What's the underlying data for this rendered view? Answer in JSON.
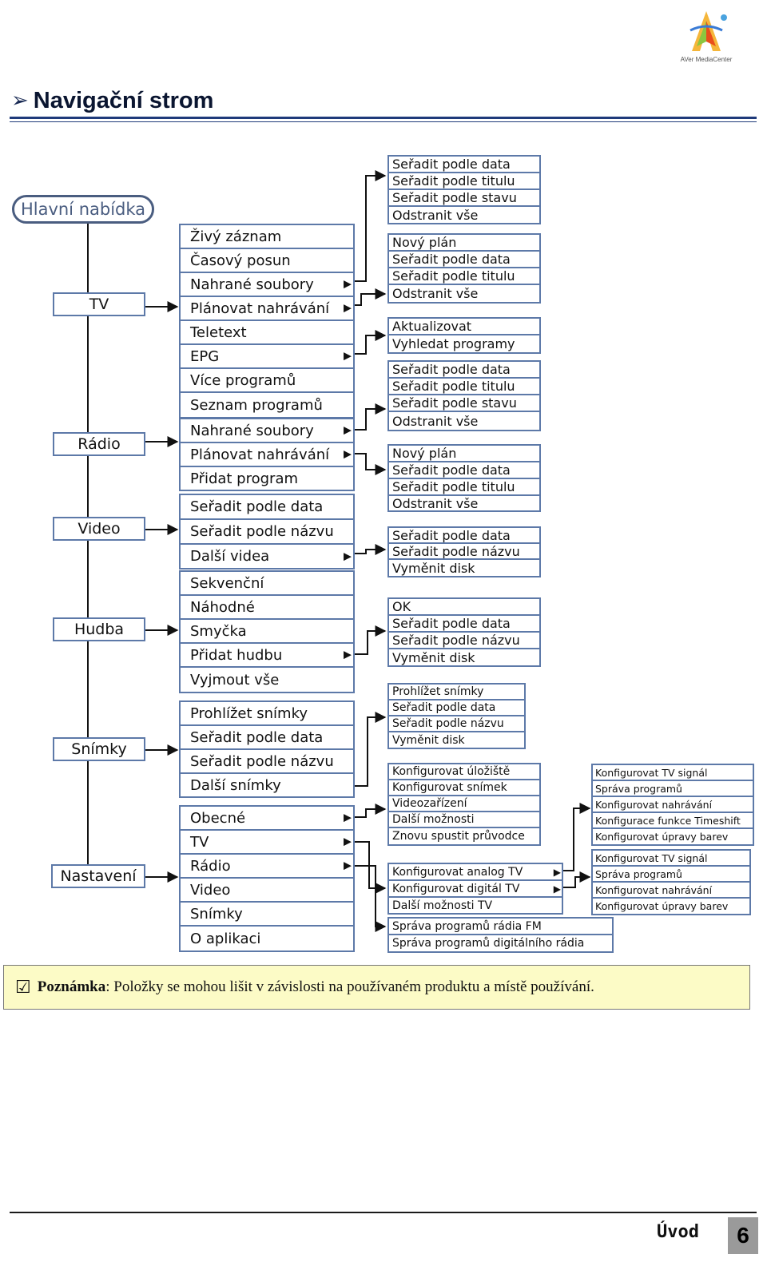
{
  "logo": {
    "icon": "aver-logo-icon",
    "text": "AVer MediaCenter"
  },
  "heading": {
    "bullet": "➢",
    "title": "Navigační strom"
  },
  "main_menu_label": "Hlavní nabídka",
  "categories": {
    "tv": "TV",
    "radio": "Rádio",
    "video": "Video",
    "music": "Hudba",
    "photos": "Snímky",
    "settings": "Nastavení"
  },
  "menus": {
    "tv": [
      "Živý záznam",
      "Časový posun",
      "Nahrané soubory",
      "Plánovat nahrávání",
      "Teletext",
      "EPG",
      "Více programů",
      "Seznam programů"
    ],
    "radio": [
      "Nahrané soubory",
      "Plánovat nahrávání",
      "Přidat program"
    ],
    "video": [
      "Seřadit podle data",
      "Seřadit podle názvu",
      "Další videa"
    ],
    "music": [
      "Sekvenční",
      "Náhodné",
      "Smyčka",
      "Přidat hudbu",
      "Vyjmout vše"
    ],
    "photos": [
      "Prohlížet snímky",
      "Seřadit podle data",
      "Seřadit podle názvu",
      "Další snímky"
    ],
    "settings": [
      "Obecné",
      "TV",
      "Rádio",
      "Video",
      "Snímky",
      "O aplikaci"
    ]
  },
  "submenus": {
    "tv_recorded": [
      "Seřadit podle data",
      "Seřadit podle titulu",
      "Seřadit podle stavu",
      "Odstranit vše"
    ],
    "tv_schedule": [
      "Nový plán",
      "Seřadit podle data",
      "Seřadit podle titulu",
      "Odstranit vše"
    ],
    "tv_epg": [
      "Aktualizovat",
      "Vyhledat programy"
    ],
    "radio_recorded": [
      "Seřadit podle data",
      "Seřadit podle titulu",
      "Seřadit podle stavu",
      "Odstranit vše"
    ],
    "radio_schedule": [
      "Nový plán",
      "Seřadit podle data",
      "Seřadit podle titulu",
      "Odstranit vše"
    ],
    "video_more": [
      "Seřadit podle data",
      "Seřadit podle názvu",
      "Vyměnit disk"
    ],
    "music_add": [
      "OK",
      "Seřadit podle data",
      "Seřadit podle názvu",
      "Vyměnit disk"
    ],
    "photos_more": [
      "Prohlížet snímky",
      "Seřadit podle data",
      "Seřadit podle názvu",
      "Vyměnit disk"
    ],
    "settings_general": [
      "Konfigurovat úložiště",
      "Konfigurovat snímek",
      "Videozařízení",
      "Další možnosti",
      "Znovu spustit průvodce"
    ],
    "settings_tv": [
      "Konfigurovat analog TV",
      "Konfigurovat digitál TV",
      "Další možnosti TV"
    ],
    "settings_radio": [
      "Správa programů rádia FM",
      "Správa programů digitálního rádia"
    ],
    "settings_tv_analog": [
      "Konfigurovat TV signál",
      "Správa programů",
      "Konfigurovat nahrávání",
      "Konfigurace funkce Timeshift",
      "Konfigurovat úpravy barev"
    ],
    "settings_tv_digital": [
      "Konfigurovat TV signál",
      "Správa programů",
      "Konfigurovat nahrávání",
      "Konfigurovat úpravy barev"
    ]
  },
  "note": {
    "checkbox": "☑",
    "label": "Poznámka",
    "text": ": Položky se mohou lišit v závislosti na používaném produktu a místě používání."
  },
  "footer": {
    "section": "Úvod",
    "page": "6"
  },
  "colors": {
    "box_border": "#5d79a8",
    "heading_rule": "#1f3a7a",
    "note_bg": "#fcfbc6"
  }
}
